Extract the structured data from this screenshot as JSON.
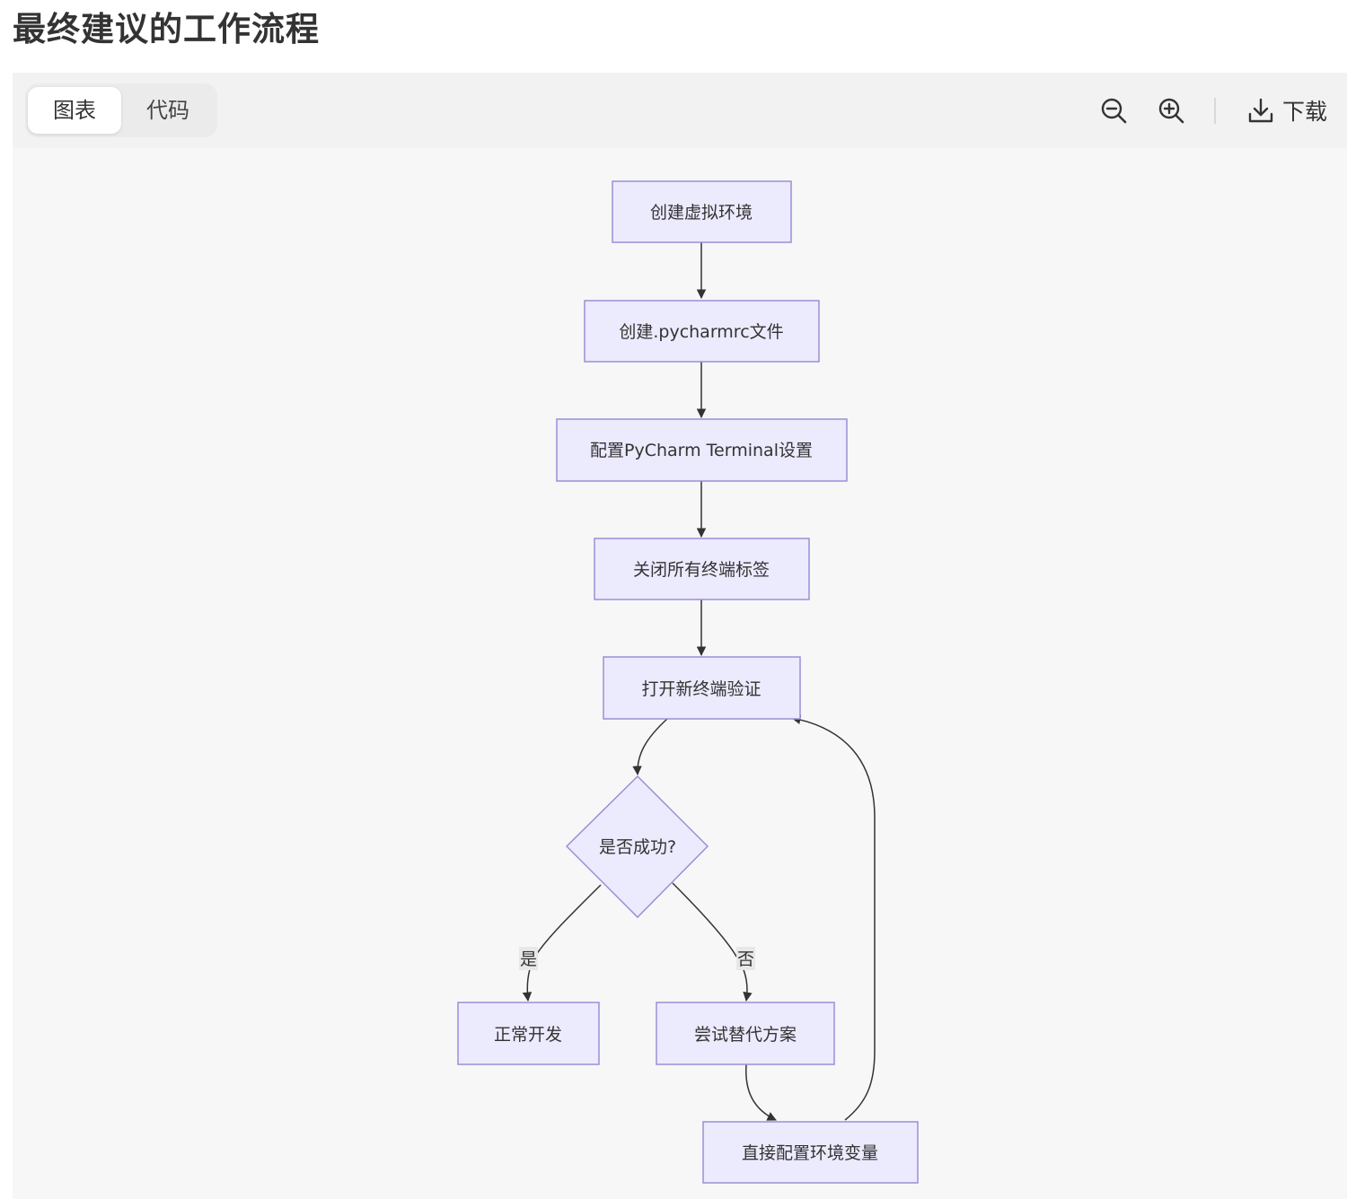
{
  "page": {
    "title": "最终建议的工作流程"
  },
  "toolbar": {
    "tabs": [
      {
        "label": "图表",
        "active": true
      },
      {
        "label": "代码",
        "active": false
      }
    ],
    "zoom_out_icon": "zoom-out-icon",
    "zoom_in_icon": "zoom-in-icon",
    "download_icon": "download-icon",
    "download_label": "下载"
  },
  "flowchart": {
    "colors": {
      "node_fill": "#ECEAFD",
      "node_stroke": "#9A8FD8",
      "edge": "#333333",
      "label_bg": "#E8E8E8"
    },
    "nodes": {
      "create_venv": "创建虚拟环境",
      "create_rc": "创建.pycharmrc文件",
      "config_terminal": "配置PyCharm Terminal设置",
      "close_tabs": "关闭所有终端标签",
      "open_new": "打开新终端验证",
      "decision": "是否成功?",
      "normal_dev": "正常开发",
      "alternative": "尝试替代方案",
      "set_env": "直接配置环境变量"
    },
    "edge_labels": {
      "yes": "是",
      "no": "否"
    }
  }
}
